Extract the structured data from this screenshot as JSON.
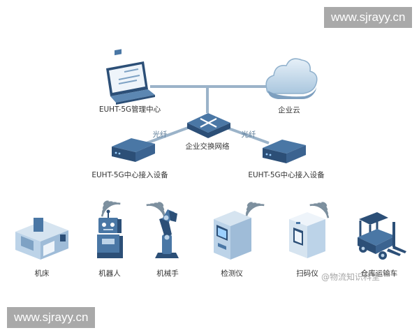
{
  "watermark": {
    "top": "www.sjrayy.cn",
    "bottom": "www.sjrayy.cn",
    "corner": "@物流知识科堂"
  },
  "labels": {
    "mgmt_center": "EUHT-5G管理中心",
    "cloud": "企业云",
    "switch": "企业交换网络",
    "fiber_left": "光纤",
    "fiber_right": "光纤",
    "access_left": "EUHT-5G中心接入设备",
    "access_right": "EUHT-5G中心接入设备"
  },
  "devices": [
    {
      "id": "machine-tool",
      "label": "机床"
    },
    {
      "id": "robot",
      "label": "机器人"
    },
    {
      "id": "robotic-arm",
      "label": "机械手"
    },
    {
      "id": "inspector",
      "label": "检测仪"
    },
    {
      "id": "scanner",
      "label": "扫码仪"
    },
    {
      "id": "forklift",
      "label": "仓库运输车"
    }
  ],
  "colors": {
    "line": "#9bb3c9",
    "device_dark": "#2c4f77",
    "device_mid": "#4a77a5",
    "device_light": "#bcd3e8",
    "wifi": "#7c8f9e"
  }
}
